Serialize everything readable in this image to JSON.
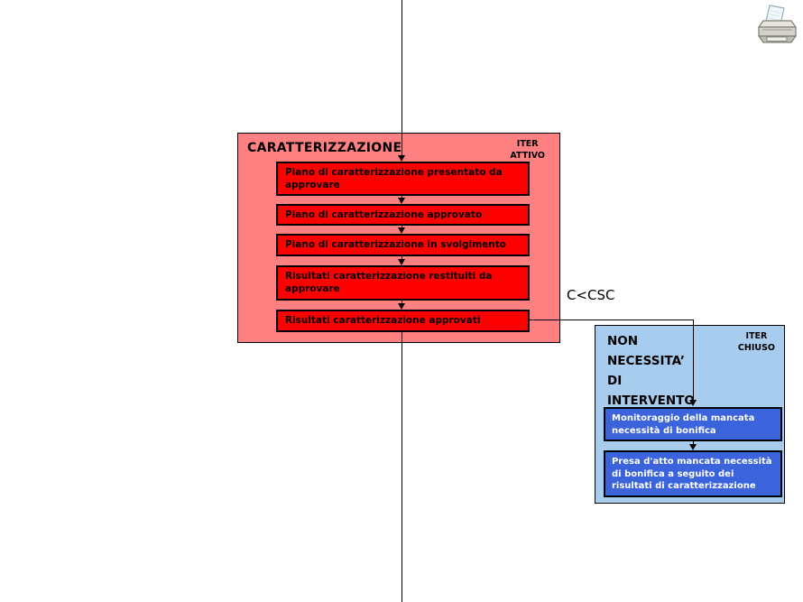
{
  "toolbar": {
    "printer_icon": "printer-icon"
  },
  "connector": {
    "label": "C<CSC"
  },
  "caratterizzazione": {
    "title": "CARATTERIZZAZIONE",
    "iter": {
      "line1": "ITER",
      "line2": "ATTIVO"
    },
    "steps": [
      "Piano di caratterizzazione presentato da approvare",
      "Piano di caratterizzazione approvato",
      "Piano di caratterizzazione in svolgimento",
      "Risultati caratterizzazione restituiti da approvare",
      "Risultati caratterizzazione approvati"
    ],
    "colors": {
      "container": "#FF8080",
      "step": "#FF0000",
      "step_text": "#000000",
      "border": "#000000"
    }
  },
  "non_necessita": {
    "title_lines": [
      "NON",
      "NECESSITA’",
      "DI",
      "INTERVENTO"
    ],
    "iter": {
      "line1": "ITER",
      "line2": "CHIUSO"
    },
    "steps": [
      "Monitoraggio della mancata necessità di bonifica",
      "Presa d'atto mancata necessità di bonifica a seguito dei risultati di caratterizzazione"
    ],
    "colors": {
      "container": "#A8CCEE",
      "step": "#3A63DC",
      "step_text": "#FFFFFF",
      "border": "#000000"
    }
  }
}
